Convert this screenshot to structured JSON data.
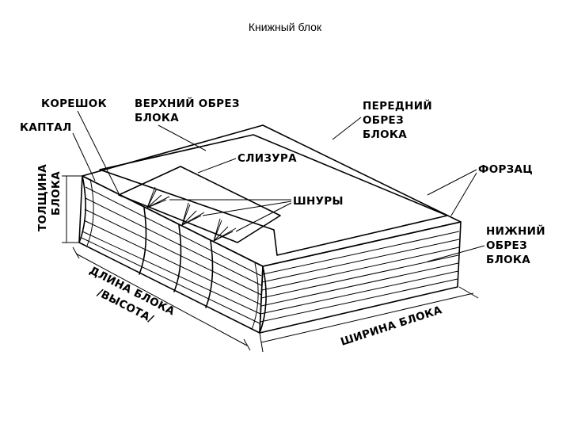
{
  "title": "Книжный блок",
  "labels": {
    "koreshok": "КОРЕШОК",
    "kaptal": "КАПТАЛ",
    "verkhniy_1": "ВЕРХНИЙ ОБРЕЗ",
    "verkhniy_2": "БЛОКА",
    "peredniy_1": "ПЕРЕДНИЙ",
    "peredniy_2": "ОБРЕЗ",
    "peredniy_3": "БЛОКА",
    "slizura": "СЛИЗУРА",
    "forzats": "ФОРЗАЦ",
    "shnury": "ШНУРЫ",
    "nizhniy_1": "НИЖНИЙ",
    "nizhniy_2": "ОБРЕЗ",
    "nizhniy_3": "БЛОКА",
    "tolshchina_1": "ТОЛЩИНА",
    "tolshchina_2": "БЛОКА",
    "dlina_1": "ДЛИНА БЛОКА",
    "dlina_2": "/ВЫСОТА/",
    "shirina": "ШИРИНА БЛОКА"
  }
}
